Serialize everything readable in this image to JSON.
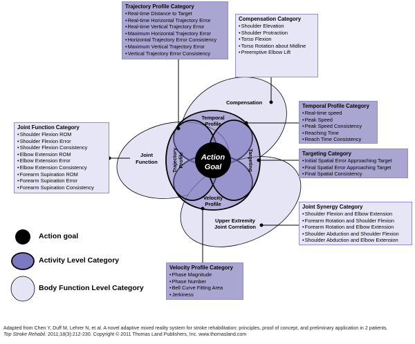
{
  "colors": {
    "body_fill": "#e6e5f6",
    "activity_fill": "#7d79c0",
    "action_fill": "#000000",
    "light_box": "#e7e6f6",
    "dark_box": "#a9a6d2"
  },
  "center_label": [
    "Action",
    "Goal"
  ],
  "ellipse_labels": {
    "temporal": [
      "Temporal",
      "Profile"
    ],
    "velocity": [
      "Velocity",
      "Profile"
    ],
    "trajectory": [
      "Trajectory",
      "Profile"
    ],
    "targeting": "Targeting",
    "compensation": "Compensation",
    "joint_function": [
      "Joint",
      "Function"
    ],
    "upper_extremity": [
      "Upper Extremity",
      "Joint Correlation"
    ]
  },
  "boxes": {
    "trajectory": {
      "title": "Trajectory Profile Category",
      "items": [
        "Real-time Distance to Target",
        "Real-time Horizontal Trajectory Error",
        "Real-time Vertical Trajectory Error",
        "Maximum Horizontal Trajectory Error",
        "Horizontal Trajectory Error Consistency",
        "Maximum Vertical Trajectory Error",
        "Vertical Trajectory Error Consistency"
      ]
    },
    "compensation": {
      "title": "Compensation Category",
      "items": [
        "Shoulder Elevation",
        "Shoulder Protraction",
        "Torso Flexion",
        "Torso Rotation about Midline",
        "Preemptive Elbow Lift"
      ]
    },
    "temporal": {
      "title": "Temporal Profile Category",
      "items": [
        "Real-time speed",
        "Peak Speed",
        "Peak Speed Consistency",
        "Reaching Time",
        "Reach Time Consistency"
      ]
    },
    "targeting": {
      "title": "Targeting Category",
      "items": [
        "Initial Spatial Error Approaching Target",
        "Final Spatial Error Approaching Target",
        "Final Spatial Consistency"
      ]
    },
    "joint_function": {
      "title": "Joint Function Category",
      "items": [
        "Shoulder Flexion ROM",
        "Shoulder Flexion Error",
        "Shoulder Flexion Consistency",
        "Elbow Extension ROM",
        "Elbow Extension Error",
        "Elbow Extension Consistency",
        "Forearm Supination ROM",
        "Forearm Supination Error",
        "Forearm Supination Consistency"
      ]
    },
    "joint_synergy": {
      "title": "Joint Synergy Category",
      "items": [
        "Shoulder Flexion and Elbow Extension",
        "Forearm Rotation and Shoulder Flexion",
        "Forearm Rotation and Elbow Extension",
        "Shoulder Abduction and Shoulder Flexion",
        "Shoulder Abduction and Elbow Extension"
      ]
    },
    "velocity": {
      "title": "Velocity Profile Category",
      "items": [
        "Phase Magnitude",
        "Phase Number",
        "Bell Curve Fitting Area",
        "Jerkiness"
      ]
    }
  },
  "legend": {
    "action": "Action goal",
    "activity": "Activity Level Category",
    "body": "Body Function Level Category"
  },
  "caption": {
    "line1": "Adapted from Chen Y, Duff M, Lehrer N, et al. A novel adaptive mixed reality system for stroke rehabilitation: principles, proof of concept, and preliminary application in 2 patients.",
    "journal": "Top Stroke Rehabil.",
    "line2_rest": " 2011;18(3):212-230. Copyright © 2011 Thomas Land Publishers, Inc. www.thomasland.com"
  }
}
